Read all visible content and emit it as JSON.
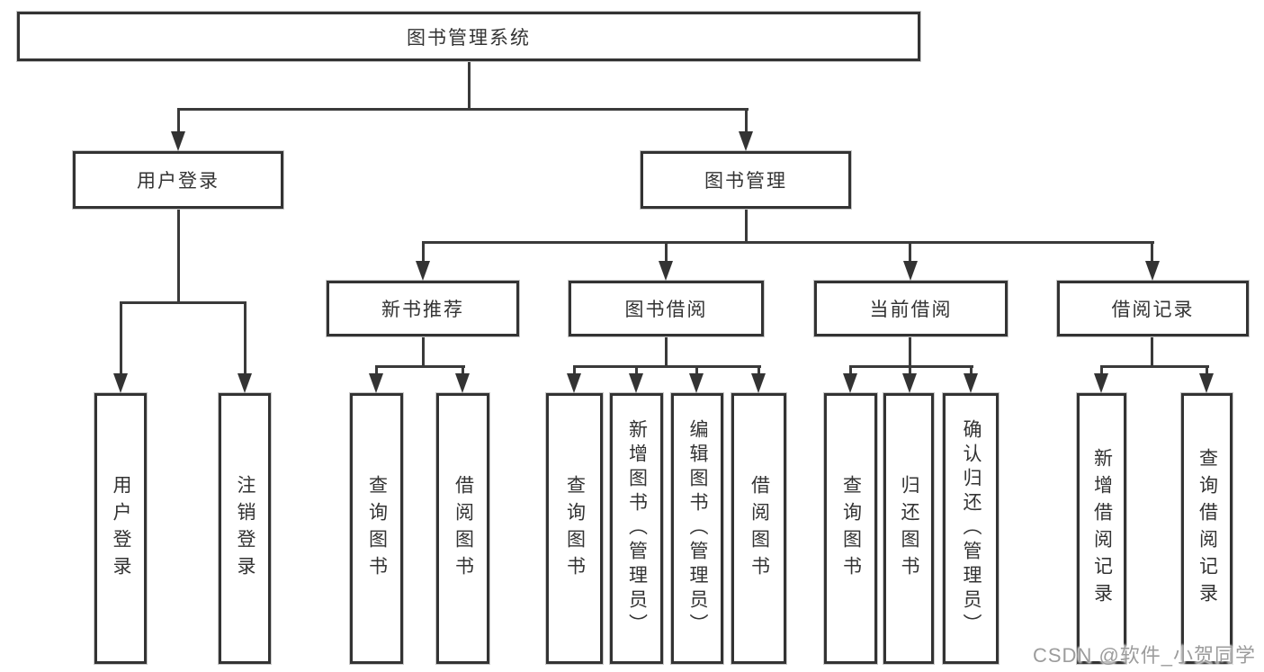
{
  "diagram": {
    "root": {
      "label": "图书管理系统"
    },
    "level2": [
      {
        "label": "用户登录"
      },
      {
        "label": "图书管理"
      }
    ],
    "level3": [
      {
        "label": "新书推荐"
      },
      {
        "label": "图书借阅"
      },
      {
        "label": "当前借阅"
      },
      {
        "label": "借阅记录"
      }
    ],
    "leaves": {
      "user_login": [
        "用户登录",
        "注销登录"
      ],
      "new_book": [
        "查询图书",
        "借阅图书"
      ],
      "book_borrow": [
        "查询图书",
        "新增图书（管理员）",
        "编辑图书（管理员）",
        "借阅图书"
      ],
      "current_borrow": [
        "查询图书",
        "归还图书",
        "确认归还（管理员）"
      ],
      "borrow_record": [
        "新增借阅记录",
        "查询借阅记录"
      ]
    },
    "colors": {
      "line": "#3a3a3a",
      "border": "#333333",
      "text": "#333333",
      "watermark": "#9c9c9c",
      "background": "#ffffff"
    },
    "watermark": "CSDN @软件_小贺同学"
  }
}
